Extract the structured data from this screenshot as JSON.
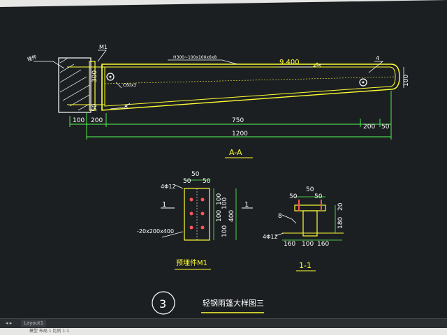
{
  "drawing": {
    "label_left_member": "埋件",
    "label_m1_top": "M1",
    "label_beam_spec": "H300~100x100x6x8",
    "label_elev": "9.400",
    "label_45_right": "4",
    "label_300": "300",
    "label_50_left": "50",
    "label_c60": "C60x3",
    "label_5": "5",
    "label_100_right": "100",
    "dim_100": "100",
    "dim_200_left": "200",
    "dim_750": "750",
    "dim_200_right": "200",
    "dim_50_right": "50",
    "dim_1200": "1200",
    "section_aa": "A-A",
    "m1_top_50a": "50",
    "m1_top_50b": "50",
    "m1_top_50c": "50",
    "m1_bolts": "4Φ12",
    "m1_dim_100a": "100",
    "m1_dim_100b": "100",
    "m1_dim_100c": "100",
    "m1_dim_100d": "100",
    "m1_dim_400": "400",
    "m1_mark_left": "1",
    "m1_mark_right": "1",
    "m1_plate": "-20x200x400",
    "m1_title": "预埋件M1",
    "s11_top_50a": "50",
    "s11_top_50b": "50",
    "s11_top_50c": "50",
    "s11_8": "8",
    "s11_bolts": "4Φ12",
    "s11_20": "20",
    "s11_180": "180",
    "s11_160a": "160",
    "s11_100": "100",
    "s11_160b": "160",
    "s11_title": "1-1",
    "circle_num": "3",
    "main_title": "轻钢雨篷大样图三"
  },
  "tabs": {
    "layout": "Layout1"
  },
  "status": {
    "text": "模型 布局 1 比例 1:1"
  }
}
